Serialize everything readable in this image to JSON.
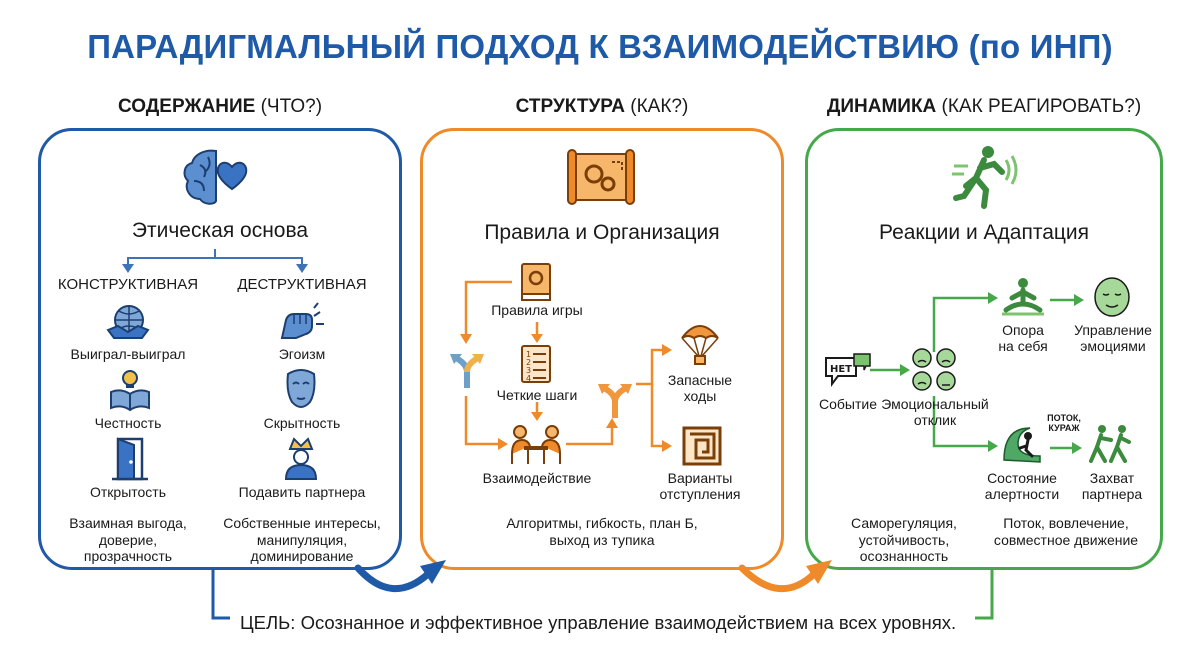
{
  "title": "ПАРАДИГМАЛЬНЫЙ ПОДХОД К ВЗАИМОДЕЙСТВИЮ (по ИНП)",
  "columns": {
    "content": {
      "head_bold": "СОДЕРЖАНИЕ",
      "head_rest": " (ЧТО?)"
    },
    "structure": {
      "head_bold": "СТРУКТУРА",
      "head_rest": " (КАК?)"
    },
    "dynamics": {
      "head_bold": "ДИНАМИКА",
      "head_rest": " (КАК РЕАГИРОВАТЬ?)"
    }
  },
  "content": {
    "subtitle": "Этическая основа",
    "constructive": "КОНСТРУКТИВНАЯ",
    "destructive": "ДЕСТРУКТИВНАЯ",
    "c_items": [
      "Выиграл-выиграл",
      "Честность",
      "Открытость"
    ],
    "d_items": [
      "Эгоизм",
      "Скрытность",
      "Подавить партнера"
    ],
    "c_caption": [
      "Взаимная выгода,",
      "доверие,",
      "прозрачность"
    ],
    "d_caption": [
      "Собственные интересы,",
      "манипуляция,",
      "доминирование"
    ]
  },
  "structure": {
    "subtitle": "Правила и Организация",
    "rules": "Правила игры",
    "steps": "Четкие шаги",
    "interaction": "Взаимодействие",
    "fallback": [
      "Запасные",
      "ходы"
    ],
    "retreat": [
      "Варианты",
      "отступления"
    ],
    "caption": [
      "Алгоритмы, гибкость, план Б,",
      "выход из тупика"
    ]
  },
  "dynamics": {
    "subtitle": "Реакции и Адаптация",
    "event": "Событие",
    "event_badge": "НЕТ",
    "emotional": [
      "Эмоциональный",
      "отклик"
    ],
    "self_support": [
      "Опора",
      "на себя"
    ],
    "emotion_control": [
      "Управление",
      "эмоциями"
    ],
    "alertness": [
      "Состояние",
      "алертности"
    ],
    "capture": [
      "Захват",
      "партнера"
    ],
    "flow_badge": [
      "ПОТОК,",
      "КУРАЖ"
    ],
    "caption_left": [
      "Саморегуляция,",
      "устойчивость,",
      "осознанность"
    ],
    "caption_right": [
      "Поток, вовлечение,",
      "совместное движение"
    ]
  },
  "goal": "ЦЕЛЬ: Осознанное и эффективное управление взаимодействием на всех уровнях.",
  "colors": {
    "blue": "#1e5aa8",
    "orange": "#ef8a2a",
    "green": "#46a84a",
    "icon_blue": "#3d74b8",
    "icon_orange": "#f0963c",
    "icon_green": "#7cc36e"
  }
}
